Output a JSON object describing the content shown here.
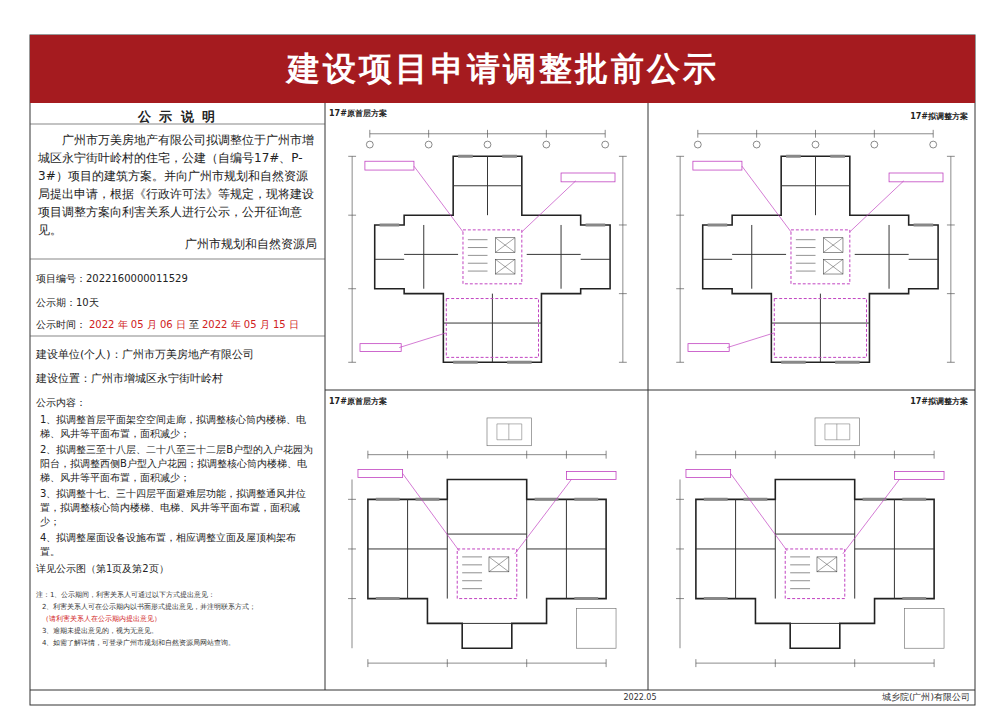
{
  "diagram": {
    "title": "建设项目申请调整批前公示",
    "nodes": [
      {
        "text": [
          "公 示 说 明",
          "广州市万美房地产有限公司拟调整位于广州市增城区永宁街叶岭村的住宅，公建（自编号17#、P-3#）项目的建筑方案。并向广州市规划和自然资源局提出申请，根据《行政许可法》等规定，现将建设项目调整方案向利害关系人进行公示，公开征询意见。",
          "广州市规划和自然资源局",
          "项目编号：2022160000011529",
          "公示期：10天",
          "公示时间：",
          "2022 年 05 月 06 日",
          "至",
          "2022 年 05 月 15 日",
          "建设单位(个人)：广州市万美房地产有限公司",
          "建设位置：广州市增城区永宁街叶岭村",
          "公示内容：",
          "1、拟调整首层平面架空空间走廊，拟调整核心筒内楼梯、电梯、风井等平面布置，面积减少；",
          "2、拟调整三至十八层、二十八至三十二层B户型的入户花园为阳台，拟调整西侧B户型入户花园；拟调整核心筒内楼梯、电梯、风井等平面布置，面积减少；",
          "3、拟调整十七、三十四层平面避难层功能，拟调整通风井位置，拟调整核心筒内楼梯、电梯、风井等平面布置，面积减少；",
          "4、拟调整屋面设备设施布置，相应调整立面及屋顶构架布置。",
          "详见公示图（第1页及第2页）"
        ]
      },
      {
        "text": [
          "17#原首层方案"
        ]
      },
      {
        "text": [
          "17#拟调整方案"
        ]
      },
      {
        "text": [
          "17#原首层方案"
        ]
      },
      {
        "text": [
          "17#拟调整方案"
        ]
      }
    ],
    "labels": [
      "注：1、公示期间，利害关系人可通过以下方式提出意见：",
      "2、利害关系人可在公示期内以书面形式提出意见，并注明联系方式；",
      "（请利害关系人在公示期内提出意见）",
      "3、逾期未提出意见的，视为无意见。",
      "4、如需了解详情，可登录广州市规划和自然资源局网站查询。",
      "2022.05",
      "城乡院(广州)有限公司"
    ]
  }
}
